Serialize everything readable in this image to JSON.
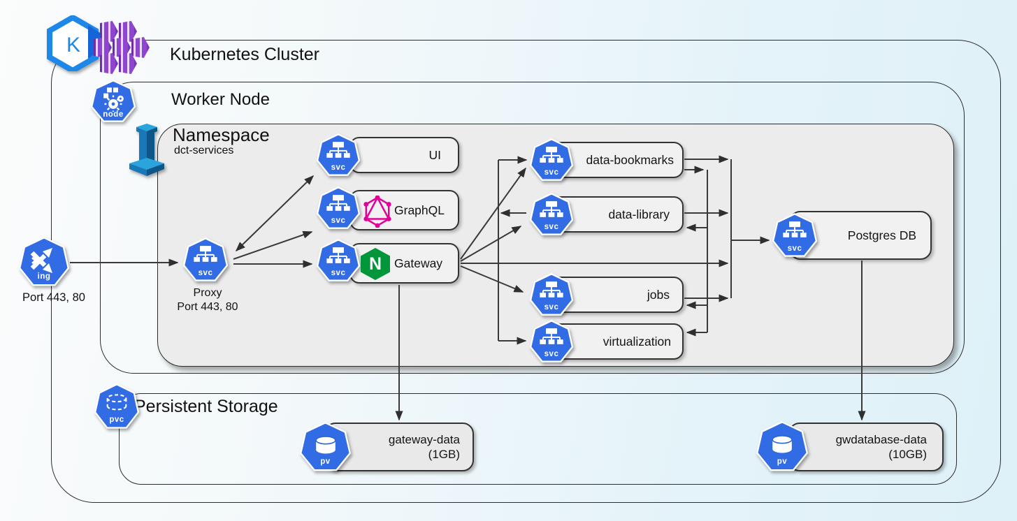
{
  "diagram": {
    "titles": {
      "cluster": "Kubernetes Cluster",
      "worker": "Worker Node",
      "namespace": "Namespace",
      "namespace_sub": "dct-services",
      "storage": "Persistent Storage"
    },
    "badges": {
      "svc": "svc",
      "ing": "ing",
      "node": "node",
      "pv": "pv",
      "pvc": "pvc",
      "k8s": "K",
      "nginx": "N"
    },
    "ingress": {
      "caption": "Port 443, 80"
    },
    "proxy": {
      "name": "Proxy",
      "ports": "Port 443, 80"
    },
    "services": {
      "ui": "UI",
      "graphql": "GraphQL",
      "gateway": "Gateway",
      "data_bookmarks": "data-bookmarks",
      "data_library": "data-library",
      "jobs": "jobs",
      "virtualization": "virtualization",
      "postgres": "Postgres DB"
    },
    "volumes": {
      "gateway_data": {
        "name": "gateway-data",
        "size": "(1GB)"
      },
      "gwdatabase_data": {
        "name": "gwdatabase-data",
        "size": "(10GB)"
      }
    },
    "colors": {
      "k8s_blue": "#326ce5",
      "aks_blue": "#1e88e8",
      "container_purple": "#8f46cf",
      "nginx_green": "#009639",
      "graphql_pink": "#e10098",
      "line": "#3a3a3a"
    }
  }
}
